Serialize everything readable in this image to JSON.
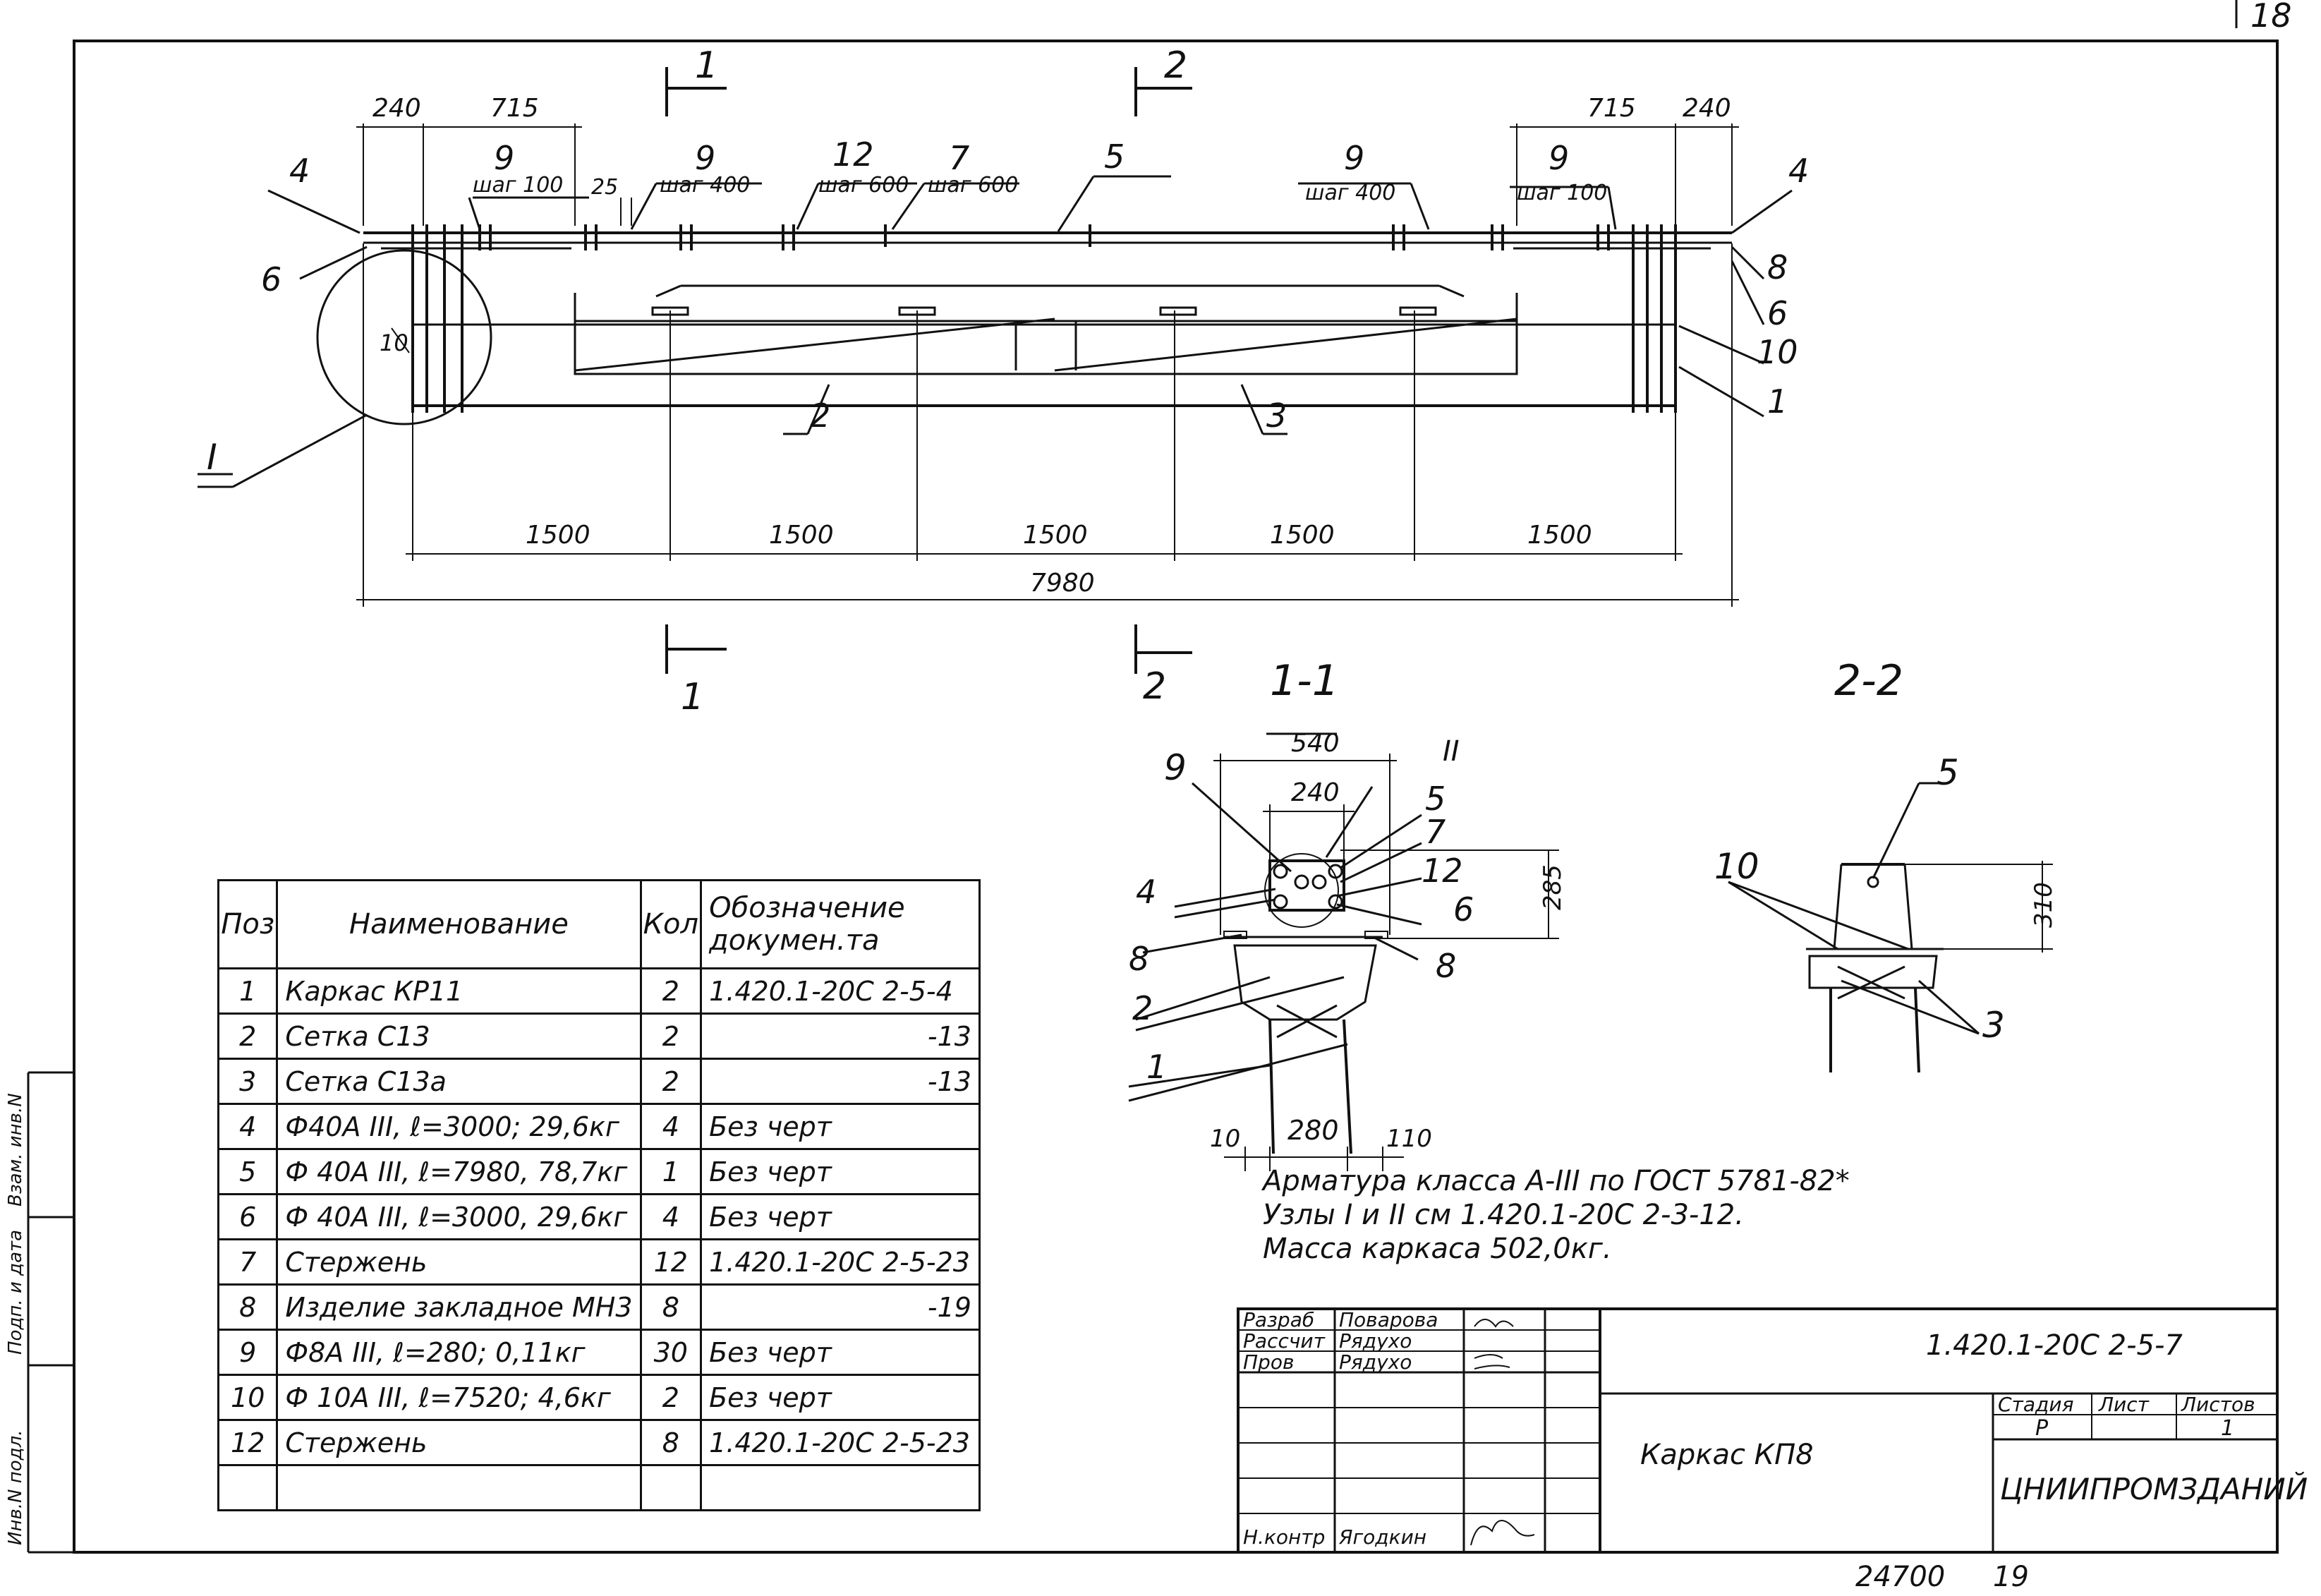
{
  "sheet": {
    "page_number": "18",
    "archive_number": "24700",
    "sheet_counter": "19"
  },
  "elevation": {
    "dims_top": {
      "left_end": "240",
      "left_step": "715",
      "right_step": "715",
      "right_end": "240",
      "gap": "25"
    },
    "spacing_labels": {
      "left_100": "шаг 100",
      "left_400": "шаг 400",
      "mid_600_a": "шаг 600",
      "mid_600_b": "шаг 600",
      "right_400": "шаг 400",
      "right_100": "шаг 100"
    },
    "callouts": {
      "p4_left": "4",
      "p6_left": "6",
      "p9_a": "9",
      "p9_b": "9",
      "p12": "12",
      "p7": "7",
      "p5": "5",
      "p9_c": "9",
      "p9_d": "9",
      "p4_right": "4",
      "p8": "8",
      "p6_right": "6",
      "p10_right": "10",
      "p1": "1",
      "p2": "2",
      "p3": "3",
      "p10_left": "10",
      "node": "I"
    },
    "spans": [
      "1500",
      "1500",
      "1500",
      "1500",
      "1500"
    ],
    "total": "7980",
    "section_marks": {
      "s1": "1",
      "s2": "2"
    }
  },
  "sections": {
    "s11": {
      "title": "1-1",
      "width_outer": "540",
      "width_inner": "240",
      "height": "285",
      "bottom_left": "10",
      "bottom_mid": "280",
      "bottom_right": "110",
      "node": "II",
      "labels": {
        "p9": "9",
        "p5": "5",
        "p7": "7",
        "p12": "12",
        "p6": "6",
        "p4": "4",
        "p8a": "8",
        "p8b": "8",
        "p2": "2",
        "p1": "1"
      }
    },
    "s22": {
      "title": "2-2",
      "height": "310",
      "labels": {
        "p5": "5",
        "p10": "10",
        "p3": "3"
      }
    }
  },
  "spec_table": {
    "headers": {
      "pos": "Поз",
      "name": "Наименование",
      "qty": "Кол",
      "doc_line1": "Обозначение",
      "doc_line2": "докумен.та"
    },
    "rows": [
      {
        "pos": "1",
        "name": "Каркас  КР11",
        "qty": "2",
        "doc": "1.420.1-20С 2-5-4"
      },
      {
        "pos": "2",
        "name": "Сетка  С13",
        "qty": "2",
        "doc": "-13"
      },
      {
        "pos": "3",
        "name": "Сетка  С13а",
        "qty": "2",
        "doc": "-13"
      },
      {
        "pos": "4",
        "name": "Ф40А III, ℓ=3000;  29,6кг",
        "qty": "4",
        "doc": "Без  черт"
      },
      {
        "pos": "5",
        "name": "Ф 40А III, ℓ=7980,  78,7кг",
        "qty": "1",
        "doc": "Без  черт"
      },
      {
        "pos": "6",
        "name": "Ф 40А III, ℓ=3000,  29,6кг",
        "qty": "4",
        "doc": "Без  черт"
      },
      {
        "pos": "7",
        "name": "Стержень",
        "qty": "12",
        "doc": "1.420.1-20С 2-5-23"
      },
      {
        "pos": "8",
        "name": "Изделие закладное МН3",
        "qty": "8",
        "doc": "-19"
      },
      {
        "pos": "9",
        "name": "Ф8А III, ℓ=280;  0,11кг",
        "qty": "30",
        "doc": "Без  черт"
      },
      {
        "pos": "10",
        "name": "Ф 10А III, ℓ=7520;  4,6кг",
        "qty": "2",
        "doc": "Без  черт"
      },
      {
        "pos": "12",
        "name": "Стержень",
        "qty": "8",
        "doc": "1.420.1-20С 2-5-23"
      },
      {
        "pos": "",
        "name": "",
        "qty": "",
        "doc": ""
      }
    ]
  },
  "notes": {
    "line1": "Арматура  класса  А-III  по  ГОСТ 5781-82*",
    "line2": "Узлы I и II  см  1.420.1-20С  2-3-12.",
    "line3": "Масса  каркаса  502,0кг."
  },
  "title_block": {
    "roles": [
      {
        "role": "Разраб",
        "name": "Поварова"
      },
      {
        "role": "Рассчит",
        "name": "Рядухо"
      },
      {
        "role": "Пров",
        "name": "Рядухо"
      },
      {
        "role": "",
        "name": ""
      },
      {
        "role": "",
        "name": ""
      },
      {
        "role": "Н.контр",
        "name": "Ягодкин"
      }
    ],
    "code": "1.420.1-20С 2-5-7",
    "title": "Каркас  КП8",
    "stage_h": "Стадия",
    "sheet_h": "Лист",
    "sheets_h": "Листов",
    "stage": "Р",
    "sheet": "",
    "sheets": "1",
    "org": "ЦНИИПРОМЗДАНИЙ"
  },
  "margin_stamps": [
    "Инв.N подл.",
    "Подп. и дата",
    "Взам. инв.N"
  ]
}
